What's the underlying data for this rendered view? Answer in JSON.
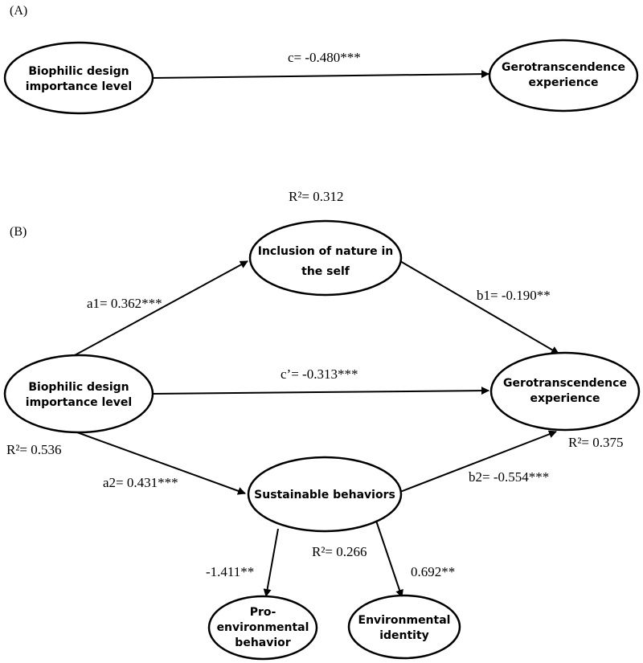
{
  "panels": {
    "a_label": "(A)",
    "b_label": "(B)"
  },
  "panel_a": {
    "predictor": [
      "Biophilic design",
      "importance level"
    ],
    "outcome": [
      "Gerotranscendence",
      "experience"
    ],
    "path_c": "c= -0.480***"
  },
  "panel_b": {
    "predictor": [
      "Biophilic design",
      "importance level"
    ],
    "mediator1": [
      "Inclusion of nature in",
      "the self"
    ],
    "outcome": [
      "Gerotranscendence",
      "experience"
    ],
    "mediator2": [
      "Sustainable behaviors"
    ],
    "indicator1": [
      "Pro-",
      "environmental",
      "behavior"
    ],
    "indicator2": [
      "Environmental",
      "identity"
    ],
    "path_a1": "a1= 0.362***",
    "path_b1": "b1= -0.190**",
    "path_c_prime": "c’= -0.313***",
    "path_a2": "a2= 0.431***",
    "path_b2": "b2= -0.554***",
    "loading1": "-1.411**",
    "loading2": "0.692**",
    "r2_mediator1": "R²= 0.312",
    "r2_predictor": "R²= 0.536",
    "r2_outcome": "R²= 0.375",
    "r2_mediator2": "R²= 0.266"
  }
}
